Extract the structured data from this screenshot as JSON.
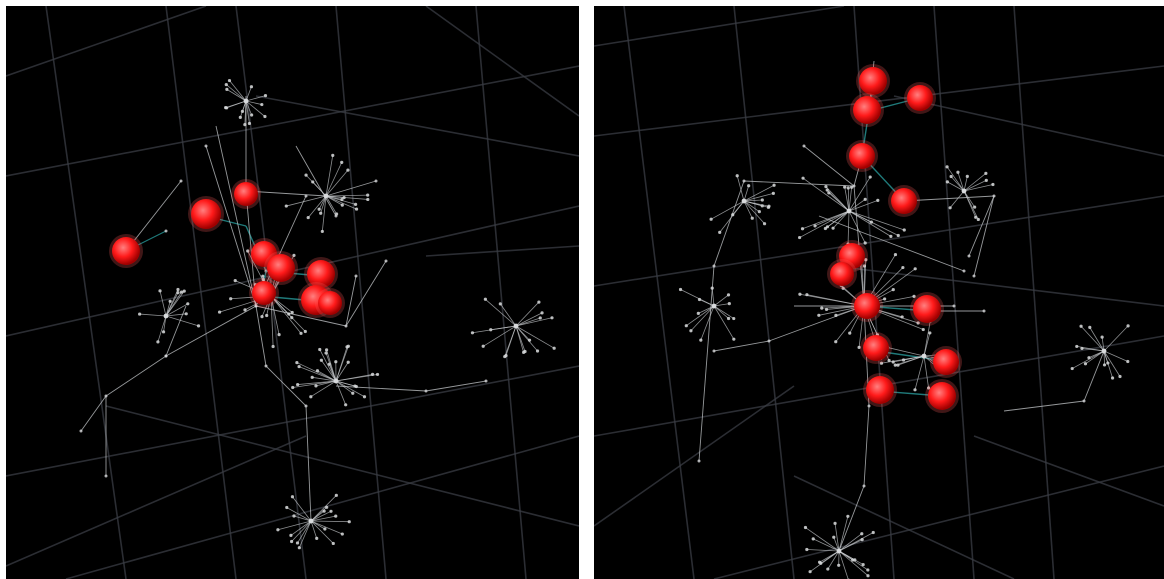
{
  "panels": [
    {
      "id": "left",
      "description_name": "graph-view-left"
    },
    {
      "id": "right",
      "description_name": "graph-view-right"
    }
  ],
  "colors": {
    "background": "#000000",
    "grid": "#3a3d44",
    "edge": "#c9cccf",
    "node_small": "#d8dadc",
    "highlight": "#ff1a1a",
    "highlight_glow": "#ff5a5a",
    "cyan_link": "#2aa3a3",
    "separator": "#ffffff"
  }
}
